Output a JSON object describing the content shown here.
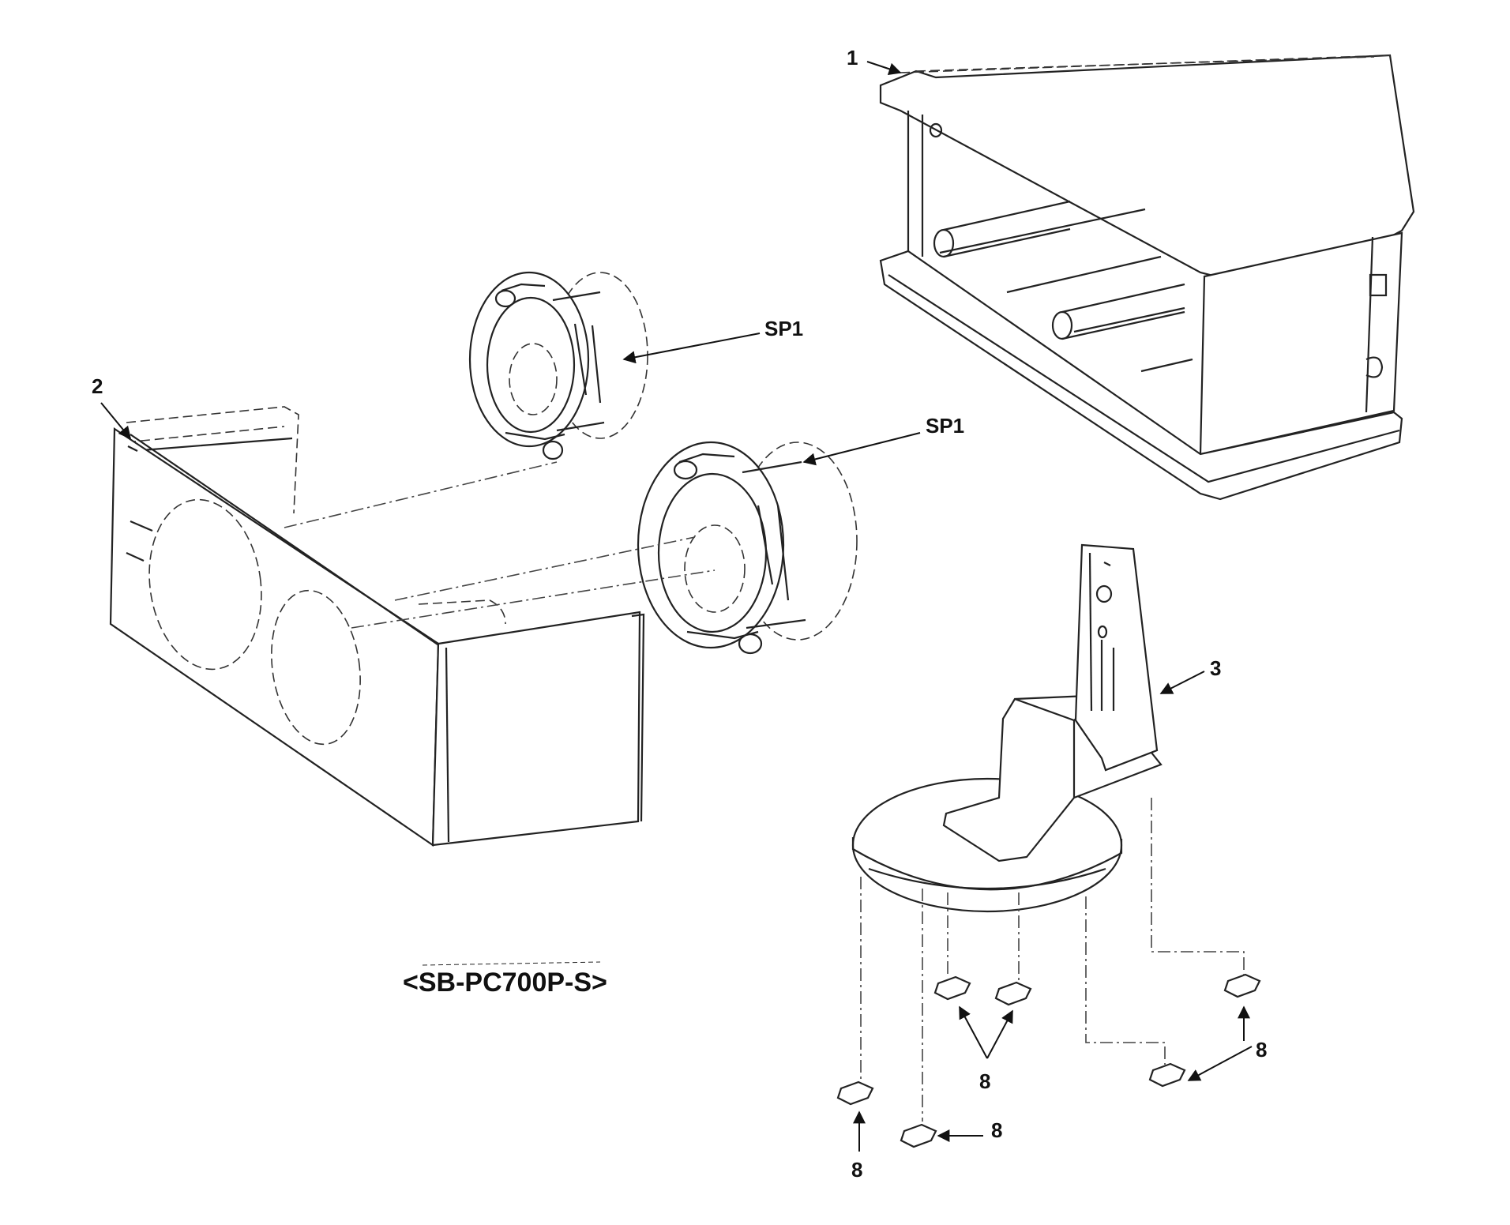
{
  "callouts": {
    "enclosure": "1",
    "front_grille": "2",
    "stand": "3",
    "speaker_upper": "SP1",
    "speaker_lower": "SP1",
    "foot_center_group": "8",
    "foot_right_group": "8",
    "foot_left": "8",
    "foot_bottom": "8"
  },
  "model_label": "<SB-PC700P-S>",
  "colors": {
    "line": "#222222",
    "background": "#ffffff"
  }
}
